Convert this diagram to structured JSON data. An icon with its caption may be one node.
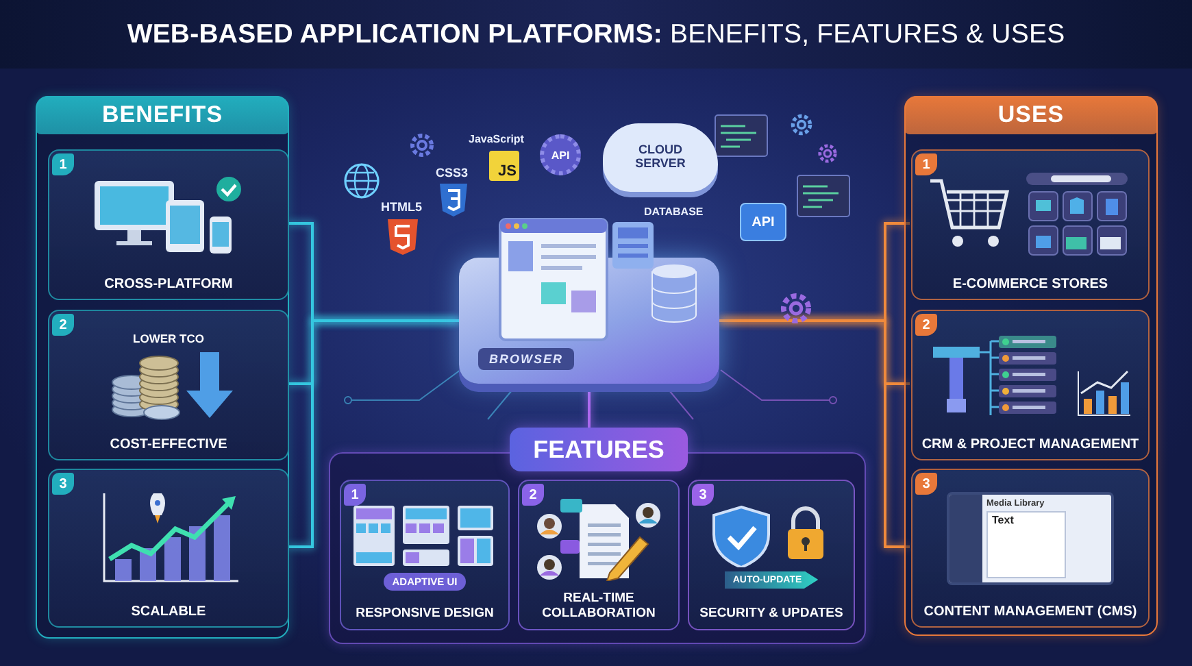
{
  "diagram": {
    "title": "**WEB-BASED APPLICATION PLATFORMS:** BENEFITS, FEATURES & USES",
    "nodes": [
      {
        "text": [
          "BENEFITS"
        ]
      },
      {
        "text": [
          "1",
          "CROSS-PLATFORM"
        ],
        "in": 0
      },
      {
        "text": [
          "2",
          "LOWER TCO",
          "COST-EFFECTIVE"
        ],
        "in": 0
      },
      {
        "text": [
          "3",
          "SCALABLE"
        ],
        "in": 0
      },
      {
        "text": [
          "BROWSER"
        ]
      },
      {
        "text": [
          "FEATURES"
        ]
      },
      {
        "text": [
          "1",
          "ADAPTIVE UI",
          "RESPONSIVE DESIGN"
        ],
        "in": 5
      },
      {
        "text": [
          "2",
          "REAL-TIME COLLABORATION"
        ],
        "in": 5
      },
      {
        "text": [
          "3",
          "AUTO-UPDATE",
          "SECURITY & UPDATES"
        ],
        "in": 5
      },
      {
        "text": [
          "USES"
        ]
      },
      {
        "text": [
          "1",
          "E-COMMERCE STORES"
        ],
        "in": 9
      },
      {
        "text": [
          "2",
          "CRM & PROJECT MANAGEMENT"
        ],
        "in": 9
      },
      {
        "text": [
          "3",
          "Media Library",
          "Text",
          "CONTENT MANAGEMENT (CMS)"
        ],
        "in": 9
      }
    ],
    "edges": [
      {
        "from": 1,
        "to": 4,
        "arrow": "none"
      },
      {
        "from": 2,
        "to": 4,
        "arrow": "none"
      },
      {
        "from": 3,
        "to": 4,
        "arrow": "none"
      },
      {
        "from": 4,
        "to": 5,
        "arrow": "none",
        "color": "#b06af0"
      },
      {
        "from": 4,
        "to": 10,
        "arrow": "none",
        "color": "#f08a3c"
      },
      {
        "from": 4,
        "to": 11,
        "arrow": "none",
        "color": "#f08a3c"
      },
      {
        "from": 4,
        "to": 12,
        "arrow": "none",
        "color": "#f08a3c"
      }
    ],
    "labels": [
      "HTML5",
      "CSS3",
      "JavaScript",
      "JS",
      "API",
      "CLOUD SERVER",
      "DATABASE",
      "API"
    ]
  }
}
